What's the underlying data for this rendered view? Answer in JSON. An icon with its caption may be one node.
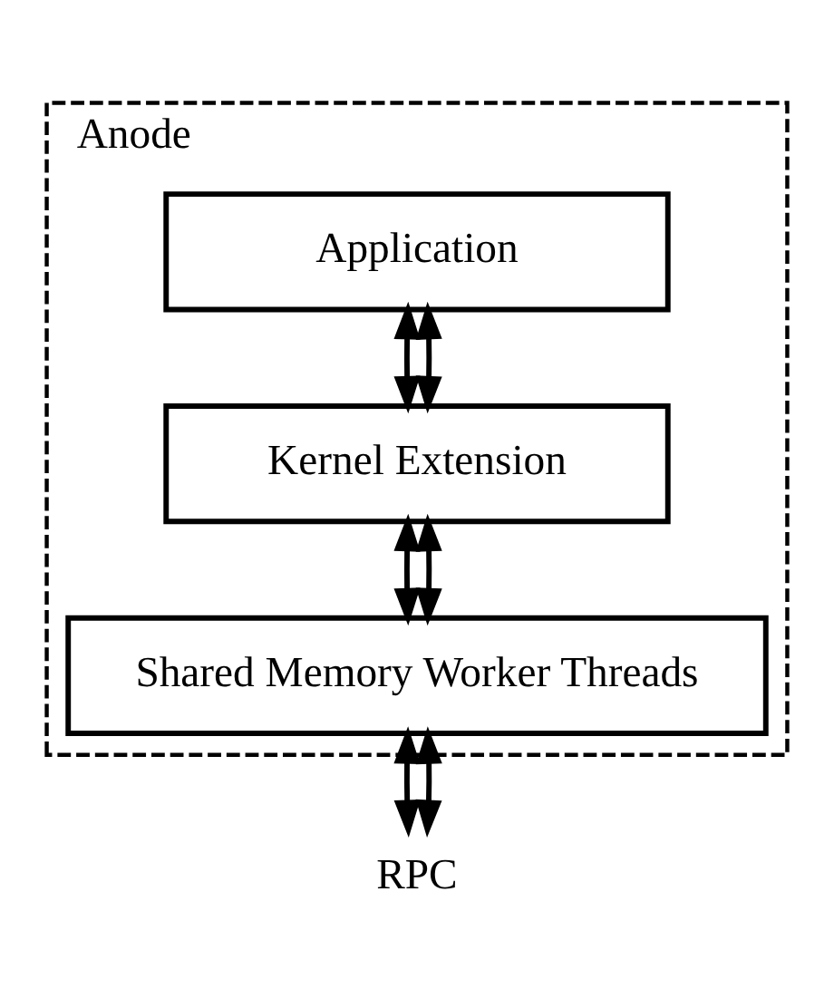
{
  "diagram": {
    "nodes": [
      {
        "text": [
          "Anode"
        ]
      },
      {
        "text": [
          "Application"
        ],
        "in": 0
      },
      {
        "text": [
          "Kernel Extension"
        ],
        "in": 0
      },
      {
        "text": [
          "Shared Memory Worker Threads"
        ],
        "in": 0
      },
      {
        "text": [
          "RPC"
        ]
      }
    ],
    "edges": [
      {
        "from": 1,
        "to": 2,
        "arrow": "both"
      },
      {
        "from": 1,
        "to": 2,
        "arrow": "both"
      },
      {
        "from": 2,
        "to": 3,
        "arrow": "both"
      },
      {
        "from": 2,
        "to": 3,
        "arrow": "both"
      },
      {
        "from": 3,
        "to": 4,
        "arrow": "both"
      },
      {
        "from": 3,
        "to": 4,
        "arrow": "both"
      }
    ]
  }
}
